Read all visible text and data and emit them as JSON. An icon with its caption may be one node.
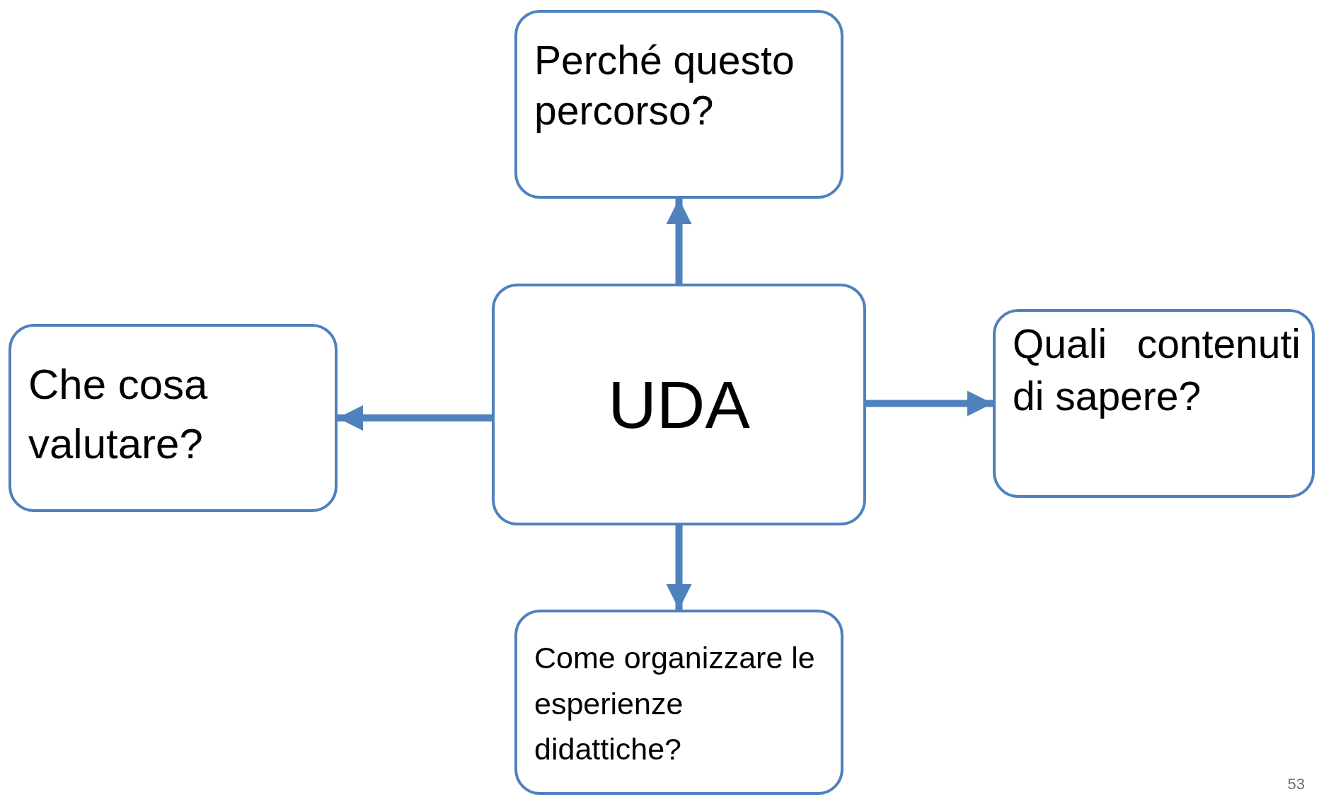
{
  "diagram": {
    "nodes": [
      {
        "text": [
          "Perché questo percorso?"
        ]
      },
      {
        "text": [
          "Che cosa valutare?"
        ]
      },
      {
        "text": [
          "UDA"
        ]
      },
      {
        "text": [
          "Quali contenuti di sapere?"
        ]
      },
      {
        "text": [
          "Come organizzare le esperienze didattiche?"
        ]
      }
    ],
    "edges": [
      {
        "from": 2,
        "to": 0,
        "arrow": "to"
      },
      {
        "from": 2,
        "to": 1,
        "arrow": "to"
      },
      {
        "from": 2,
        "to": 3,
        "arrow": "to"
      },
      {
        "from": 2,
        "to": 4,
        "arrow": "to"
      }
    ],
    "labels": [
      "53"
    ]
  }
}
